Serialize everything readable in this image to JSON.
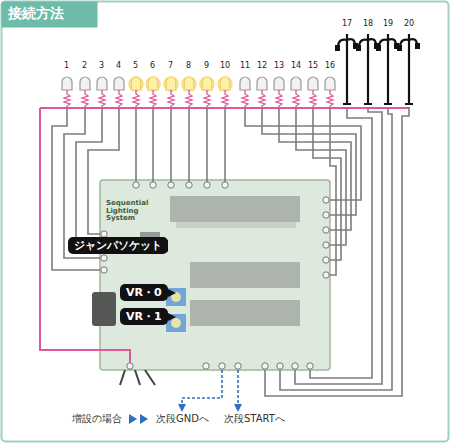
{
  "diagram": {
    "title": "接続方法",
    "nodes": [
      {
        "text": [
          "ジャンパソケット"
        ]
      },
      {
        "text": [
          "VR・0"
        ]
      },
      {
        "text": [
          "VR・1"
        ]
      }
    ],
    "labels": [
      "1",
      "2",
      "3",
      "4",
      "5",
      "6",
      "7",
      "8",
      "9",
      "10",
      "11",
      "12",
      "13",
      "14",
      "15",
      "16",
      "17",
      "18",
      "19",
      "20",
      "Sequential Lighting System",
      "増設の場合",
      "次段GNDへ",
      "次段STARTへ"
    ]
  }
}
